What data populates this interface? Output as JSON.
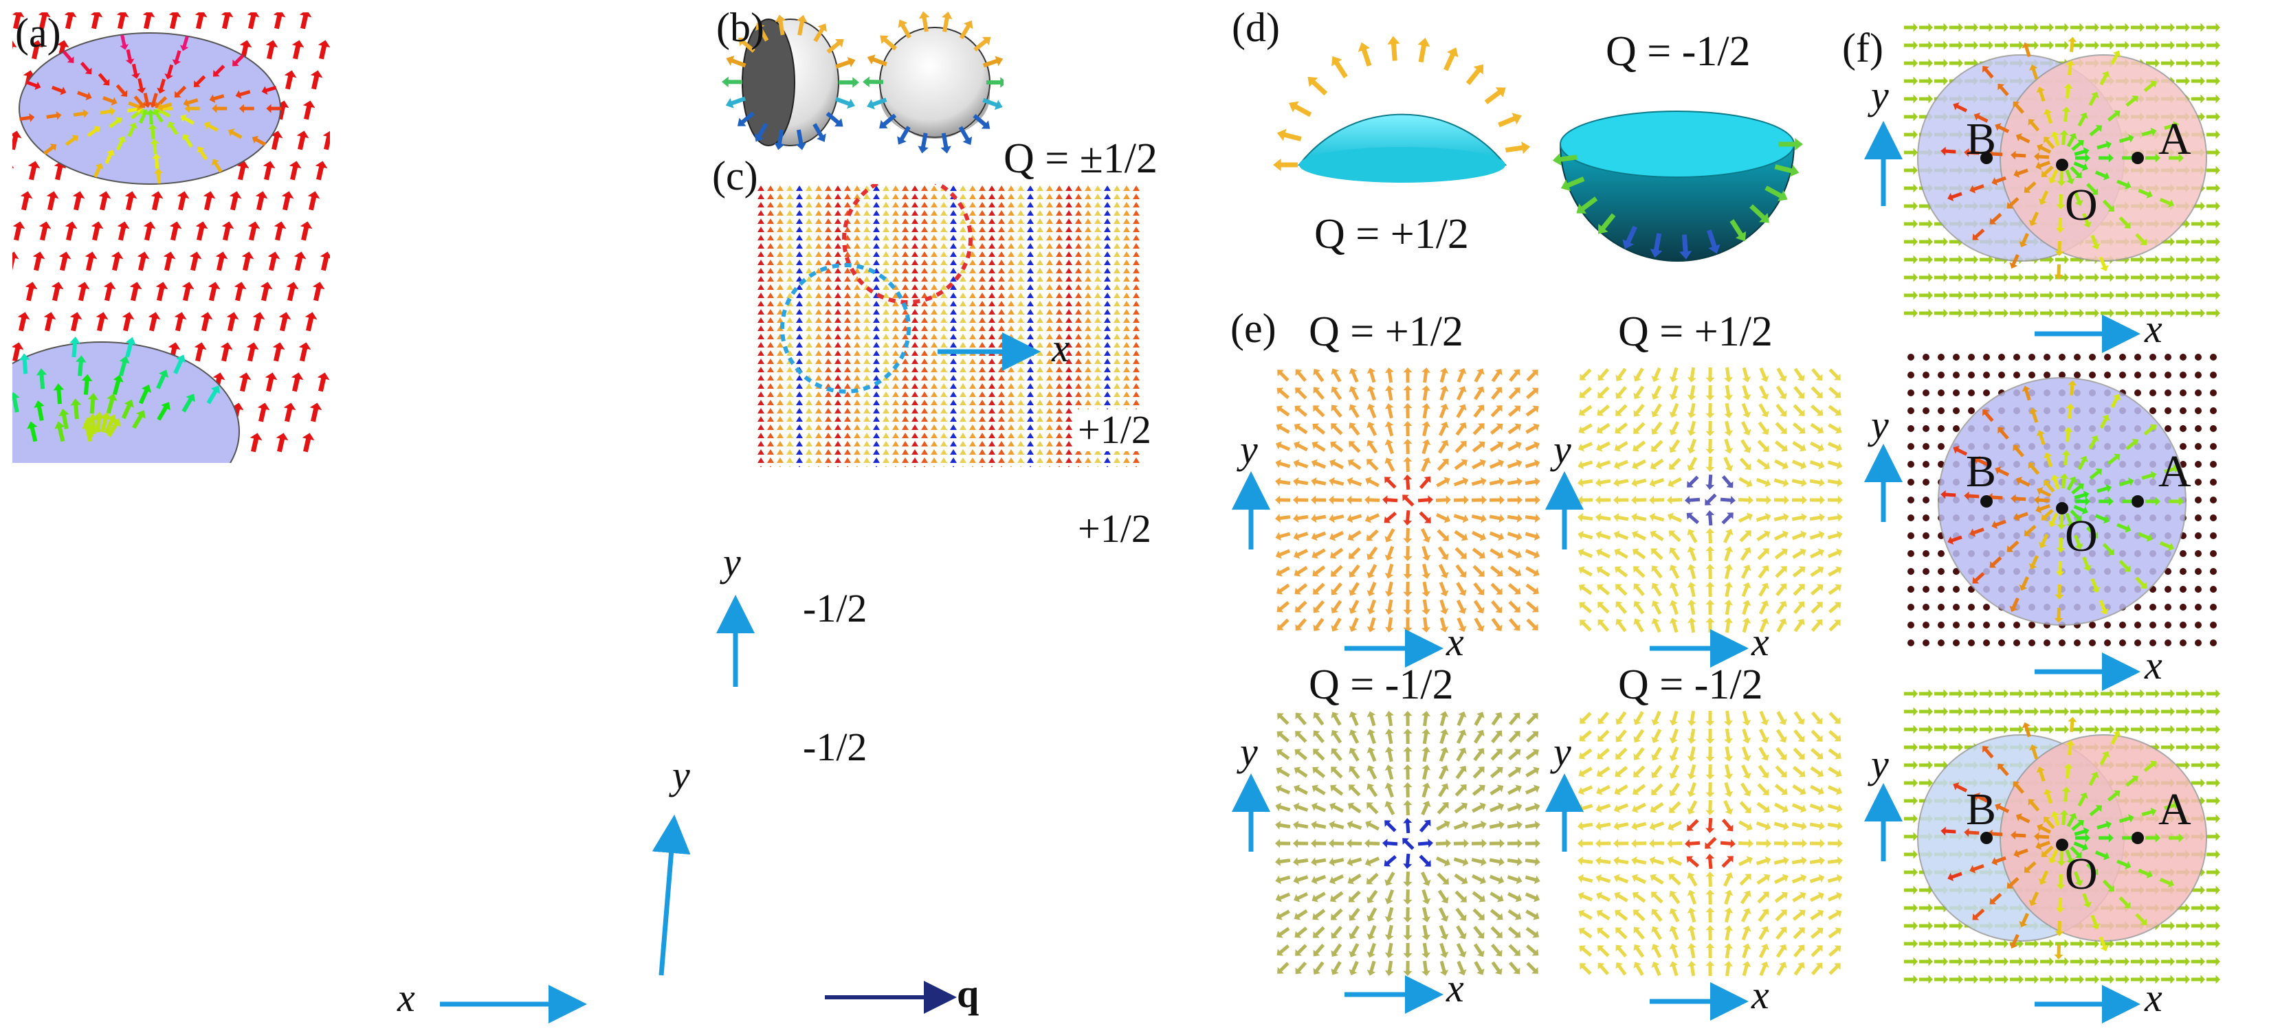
{
  "panels": {
    "a": {
      "label": "(a)"
    },
    "b": {
      "label": "(b)",
      "caption": "Q = ±1/2"
    },
    "c": {
      "label": "(c)",
      "plus1": "+1/2",
      "plus2": "+1/2",
      "minus1": "-1/2",
      "minus2": "-1/2",
      "qvec": "q"
    },
    "d": {
      "label": "(d)",
      "left_caption": "Q = +1/2",
      "right_caption": "Q = -1/2"
    },
    "e": {
      "label": "(e)",
      "tl": "Q = +1/2",
      "tr": "Q = +1/2",
      "bl": "Q = -1/2",
      "br": "Q = -1/2"
    },
    "f": {
      "label": "(f)",
      "points": {
        "a": "A",
        "b": "B",
        "o": "O"
      }
    }
  },
  "axes": {
    "x": "x",
    "y": "y"
  },
  "colors": {
    "axis_arrow": "#1a9be0",
    "q_arrow": "#1f2a7a",
    "disk": "#b9bdf3",
    "sphere_cyan": "#22d3e6",
    "red_arrow": "#e31313",
    "green_bg_arrow": "#9ccd1f"
  }
}
